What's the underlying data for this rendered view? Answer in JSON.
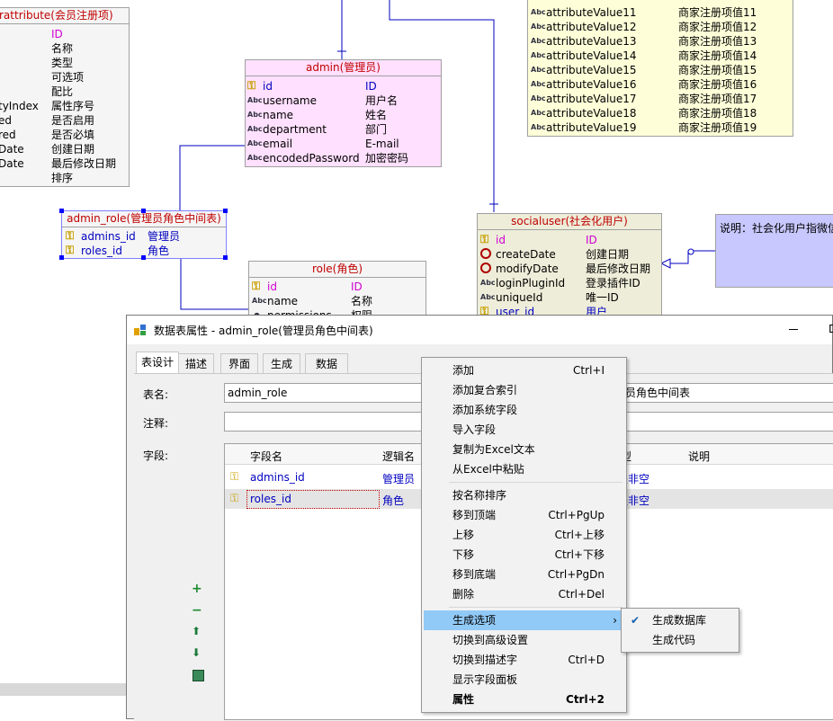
{
  "diagram": {
    "attribute_entity": {
      "title": "rattribute(会员注册项)",
      "rows": [
        {
          "name": "",
          "label": "ID"
        },
        {
          "name": "",
          "label": "名称"
        },
        {
          "name": "",
          "label": "类型"
        },
        {
          "name": "",
          "label": "可选项"
        },
        {
          "name": "",
          "label": "配比"
        },
        {
          "name": "tyIndex",
          "label": "属性序号"
        },
        {
          "name": "ed",
          "label": "是否启用"
        },
        {
          "name": "red",
          "label": "是否必填"
        },
        {
          "name": "Date",
          "label": "创建日期"
        },
        {
          "name": "Date",
          "label": "最后修改日期"
        },
        {
          "name": "",
          "label": "排序"
        }
      ]
    },
    "attr_values_entity": {
      "rows": [
        {
          "name": "attributeValue11",
          "label": "商家注册项值11"
        },
        {
          "name": "attributeValue12",
          "label": "商家注册项值12"
        },
        {
          "name": "attributeValue13",
          "label": "商家注册项值13"
        },
        {
          "name": "attributeValue14",
          "label": "商家注册项值14"
        },
        {
          "name": "attributeValue15",
          "label": "商家注册项值15"
        },
        {
          "name": "attributeValue16",
          "label": "商家注册项值16"
        },
        {
          "name": "attributeValue17",
          "label": "商家注册项值17"
        },
        {
          "name": "attributeValue18",
          "label": "商家注册项值18"
        },
        {
          "name": "attributeValue19",
          "label": "商家注册项值19"
        }
      ]
    },
    "admin_entity": {
      "title": "admin(管理员)",
      "rows": [
        {
          "name": "id",
          "label": "ID"
        },
        {
          "name": "username",
          "label": "用户名"
        },
        {
          "name": "name",
          "label": "姓名"
        },
        {
          "name": "department",
          "label": "部门"
        },
        {
          "name": "email",
          "label": "E-mail"
        },
        {
          "name": "encodedPassword",
          "label": "加密密码"
        }
      ]
    },
    "admin_role_entity": {
      "title": "admin_role(管理员角色中间表)",
      "rows": [
        {
          "name": "admins_id",
          "label": "管理员"
        },
        {
          "name": "roles_id",
          "label": "角色"
        }
      ]
    },
    "role_entity": {
      "title": "role(角色)",
      "rows": [
        {
          "name": "id",
          "label": "ID"
        },
        {
          "name": "name",
          "label": "名称"
        },
        {
          "name": "permissions",
          "label": "权限"
        }
      ]
    },
    "socialuser_entity": {
      "title": "socialuser(社会化用户)",
      "rows": [
        {
          "name": "id",
          "label": "ID"
        },
        {
          "name": "createDate",
          "label": "创建日期"
        },
        {
          "name": "modifyDate",
          "label": "最后修改日期"
        },
        {
          "name": "loginPluginId",
          "label": "登录插件ID"
        },
        {
          "name": "uniqueId",
          "label": "唯一ID"
        },
        {
          "name": "user_id",
          "label": "用户"
        }
      ]
    },
    "note": {
      "text": "说明：社会化用户指微信"
    },
    "icon_abc": "Abc"
  },
  "dialog": {
    "title": "数据表属性 - admin_role(管理员角色中间表)",
    "tabs": [
      "表设计",
      "描述",
      "界面",
      "生成",
      "数据"
    ],
    "labels": {
      "table_name": "表名:",
      "comment": "注释:",
      "fields": "字段:"
    },
    "table_name_value": "admin_role",
    "logic_name_value": "员角色中间表",
    "columns": {
      "field_name": "字段名",
      "logic_name": "逻辑名",
      "description": "说明",
      "partial_col": "型"
    },
    "rows": [
      {
        "field": "admins_id",
        "logic": "管理员",
        "notnull": "是非空"
      },
      {
        "field": "roles_id",
        "logic": "角色",
        "notnull": "是非空"
      }
    ],
    "side_buttons": {
      "add": "+",
      "remove": "−",
      "up": "⬆",
      "down": "⬇"
    },
    "right_glyph": "D"
  },
  "context_menu": {
    "items": [
      {
        "label": "添加",
        "shortcut": "Ctrl+I"
      },
      {
        "label": "添加复合索引",
        "shortcut": ""
      },
      {
        "label": "添加系统字段",
        "shortcut": ""
      },
      {
        "label": "导入字段",
        "shortcut": ""
      },
      {
        "label": "复制为Excel文本",
        "shortcut": ""
      },
      {
        "label": "从Excel中粘贴",
        "shortcut": ""
      },
      {
        "label": "按名称排序",
        "shortcut": ""
      },
      {
        "label": "移到顶端",
        "shortcut": "Ctrl+PgUp"
      },
      {
        "label": "上移",
        "shortcut": "Ctrl+上移"
      },
      {
        "label": "下移",
        "shortcut": "Ctrl+下移"
      },
      {
        "label": "移到底端",
        "shortcut": "Ctrl+PgDn"
      },
      {
        "label": "删除",
        "shortcut": "Ctrl+Del"
      },
      {
        "label": "生成选项",
        "shortcut": "›"
      },
      {
        "label": "切换到高级设置",
        "shortcut": ""
      },
      {
        "label": "切换到描述字",
        "shortcut": "Ctrl+D"
      },
      {
        "label": "显示字段面板",
        "shortcut": ""
      },
      {
        "label": "属性",
        "shortcut": "Ctrl+2"
      }
    ],
    "submenu": [
      {
        "label": "生成数据库",
        "check": "✔"
      },
      {
        "label": "生成代码",
        "check": ""
      }
    ]
  },
  "colors": {
    "menu_highlight": "#91c9f7",
    "admin_bg": "#ffe0fe",
    "yellow_bg": "#fefed8",
    "note_bg": "#c8c8ff",
    "social_bg": "#ededd9"
  }
}
